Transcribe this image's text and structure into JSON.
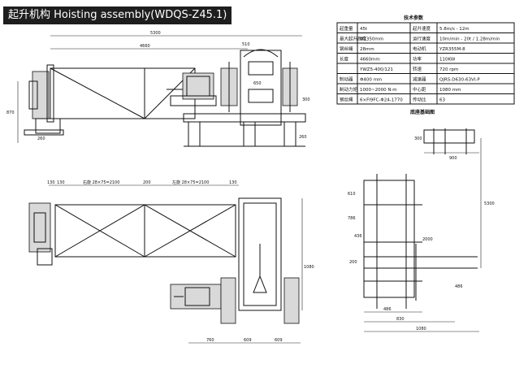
{
  "title": "起升机构 Hoisting assembly(WDQS-Z45.1)",
  "side_view": {
    "dims_top": [
      "5300",
      "4660",
      "510"
    ],
    "dims_side": [
      "870",
      "260",
      "650",
      "260",
      "300"
    ]
  },
  "plan_view": {
    "dims_top": [
      "130",
      "130",
      "右旋 28×75=2100",
      "200",
      "左旋 28×75=2100",
      "130"
    ],
    "dims_right": [
      "1080"
    ],
    "dims_bottom": [
      "760",
      "609",
      "609"
    ]
  },
  "spec_table": {
    "title": "技术参数",
    "rows": [
      [
        "起重量",
        "45t",
        "起升速度",
        "5.8m/s - 12m"
      ],
      [
        "最大起升高度",
        "Φ1350mm",
        "运行速度",
        "10m/min - 20t / 1.28m/min"
      ],
      [
        "钢丝绳",
        "28mm",
        "电动机",
        "YZR355M-8"
      ],
      [
        "长度",
        "4660mm",
        "功率",
        "110KW"
      ],
      [
        "",
        "YWZ5-400/121",
        "转速",
        "720 rpm"
      ],
      [
        "制动器",
        "Φ400 mm",
        "减速器",
        "QJRS-D630-63VI-P"
      ],
      [
        "制动力矩",
        "1000~2000 N·m",
        "中心距",
        "1080 mm"
      ],
      [
        "钢丝绳",
        "6×FI9FC-Φ24-1770",
        "传动比",
        "63"
      ]
    ]
  },
  "foundation": {
    "title": "底座基础图",
    "dims": [
      "900",
      "5300",
      "2000",
      "486",
      "830",
      "1080",
      "610",
      "786",
      "436",
      "486",
      "200",
      "300"
    ]
  }
}
